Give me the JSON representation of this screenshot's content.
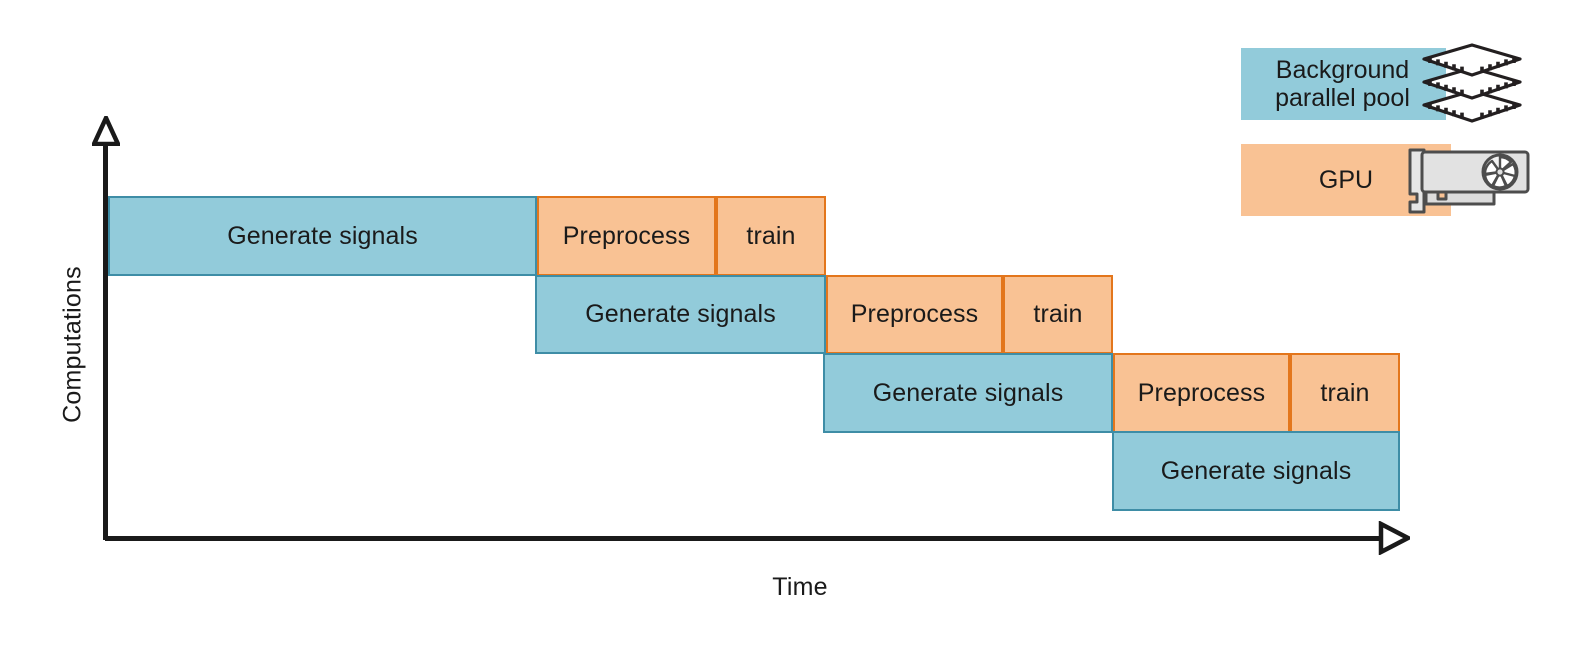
{
  "axes": {
    "y_label": "Computations",
    "x_label": "Time",
    "y_arrow_icon": "triangle-up-icon",
    "x_arrow_icon": "triangle-right-icon"
  },
  "legend": {
    "items": [
      {
        "label": "Background\nparallel pool",
        "label_line1": "Background",
        "label_line2": "parallel pool",
        "color": "#92cbda",
        "icon": "chip-stack-icon"
      },
      {
        "label": "GPU",
        "color": "#f9c294",
        "icon": "gpu-card-icon"
      }
    ]
  },
  "colors": {
    "pool_fill": "#92cbda",
    "pool_stroke": "#3e8da6",
    "gpu_fill": "#f9c294",
    "gpu_stroke": "#e3761c",
    "axis": "#1a1a1a"
  },
  "chart_data": {
    "type": "bar",
    "title": "",
    "xlabel": "Time",
    "ylabel": "Computations",
    "grid": false,
    "legend_position": "top-right",
    "legend_entries": [
      "Background parallel pool",
      "GPU"
    ],
    "series": [
      {
        "name": "Background parallel pool",
        "color": "#92cbda"
      },
      {
        "name": "GPU",
        "color": "#f9c294"
      }
    ],
    "rows": [
      {
        "row": 1,
        "y": 196,
        "height": 80,
        "tasks": [
          {
            "label": "Generate signals",
            "resource": "Background parallel pool",
            "x_start": 108,
            "x_end": 537
          },
          {
            "label": "Preprocess",
            "resource": "GPU",
            "x_start": 537,
            "x_end": 716
          },
          {
            "label": "train",
            "resource": "GPU",
            "x_start": 716,
            "x_end": 826
          }
        ]
      },
      {
        "row": 2,
        "y": 275,
        "height": 79,
        "tasks": [
          {
            "label": "Generate signals",
            "resource": "Background parallel pool",
            "x_start": 535,
            "x_end": 826
          },
          {
            "label": "Preprocess",
            "resource": "GPU",
            "x_start": 826,
            "x_end": 1003
          },
          {
            "label": "train",
            "resource": "GPU",
            "x_start": 1003,
            "x_end": 1113
          }
        ]
      },
      {
        "row": 3,
        "y": 353,
        "height": 80,
        "tasks": [
          {
            "label": "Generate signals",
            "resource": "Background parallel pool",
            "x_start": 823,
            "x_end": 1113
          },
          {
            "label": "Preprocess",
            "resource": "GPU",
            "x_start": 1113,
            "x_end": 1290
          },
          {
            "label": "train",
            "resource": "GPU",
            "x_start": 1290,
            "x_end": 1400
          }
        ]
      },
      {
        "row": 4,
        "y": 431,
        "height": 80,
        "tasks": [
          {
            "label": "Generate signals",
            "resource": "Background parallel pool",
            "x_start": 1112,
            "x_end": 1400
          }
        ]
      }
    ]
  }
}
